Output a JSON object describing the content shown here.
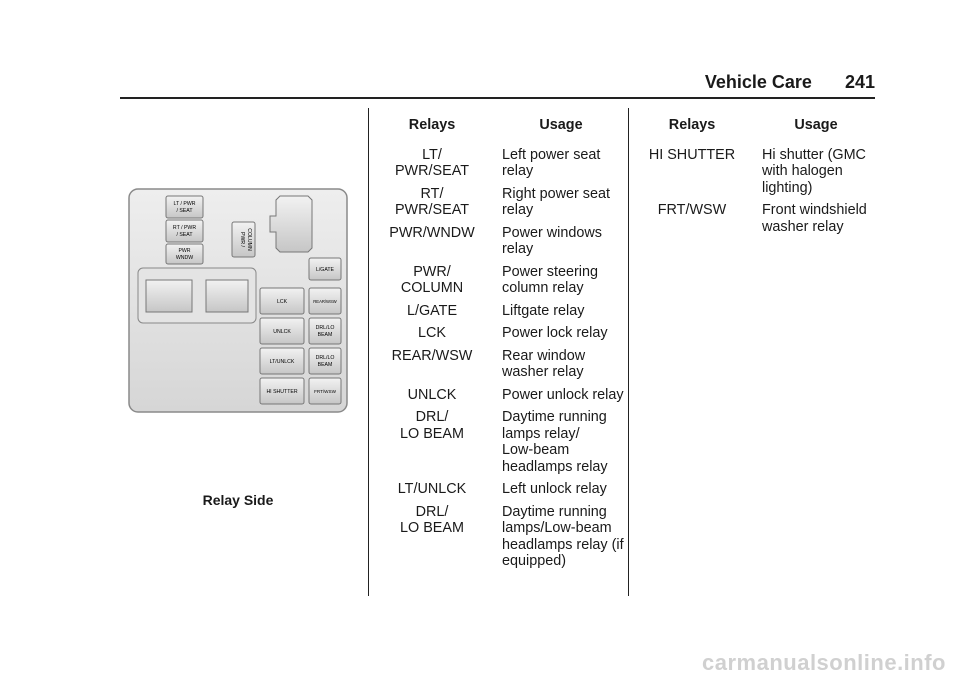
{
  "header": {
    "section": "Vehicle Care",
    "page_number": "241"
  },
  "diagram": {
    "caption": "Relay Side",
    "relay_labels": {
      "lt_pwr_seat": "LT / PWR\n/ SEAT",
      "rt_pwr_seat": "RT / PWR\n/ SEAT",
      "pwr_wndw": "PWR\nWNDW",
      "pwr_column": "PWR\nCOLUMN",
      "l_gate": "L/GATE",
      "lck": "LCK",
      "rear_wsw": "REAR/WSW",
      "unlck": "UNLCK",
      "drl_lo_beam_1": "DRL/LO\nBEAM",
      "lt_unlck": "LT/UNLCK",
      "drl_lo_beam_2": "DRL/LO\nBEAM",
      "hi_shutter": "HI SHUTTER",
      "frt_wsw": "FRT/WSW"
    }
  },
  "table1": {
    "headers": {
      "relays": "Relays",
      "usage": "Usage"
    },
    "rows": [
      {
        "relay": "LT/\nPWR/SEAT",
        "usage": "Left power seat\nrelay"
      },
      {
        "relay": "RT/\nPWR/SEAT",
        "usage": "Right power seat\nrelay"
      },
      {
        "relay": "PWR/WNDW",
        "usage": "Power windows\nrelay"
      },
      {
        "relay": "PWR/\nCOLUMN",
        "usage": "Power steering\ncolumn relay"
      },
      {
        "relay": "L/GATE",
        "usage": "Liftgate relay"
      },
      {
        "relay": "LCK",
        "usage": "Power lock relay"
      },
      {
        "relay": "REAR/WSW",
        "usage": "Rear window\nwasher relay"
      },
      {
        "relay": "UNLCK",
        "usage": "Power unlock relay"
      },
      {
        "relay": "DRL/\nLO BEAM",
        "usage": "Daytime running\nlamps relay/\nLow-beam\nheadlamps relay"
      },
      {
        "relay": "LT/UNLCK",
        "usage": "Left unlock relay"
      },
      {
        "relay": "DRL/\nLO BEAM",
        "usage": "Daytime running\nlamps/Low-beam\nheadlamps relay (if\nequipped)"
      }
    ]
  },
  "table2": {
    "headers": {
      "relays": "Relays",
      "usage": "Usage"
    },
    "rows": [
      {
        "relay": "HI SHUTTER",
        "usage": "Hi shutter (GMC\nwith halogen\nlighting)"
      },
      {
        "relay": "FRT/WSW",
        "usage": "Front windshield\nwasher relay"
      }
    ]
  },
  "footer": {
    "watermark": "carmanualsonline.info"
  }
}
